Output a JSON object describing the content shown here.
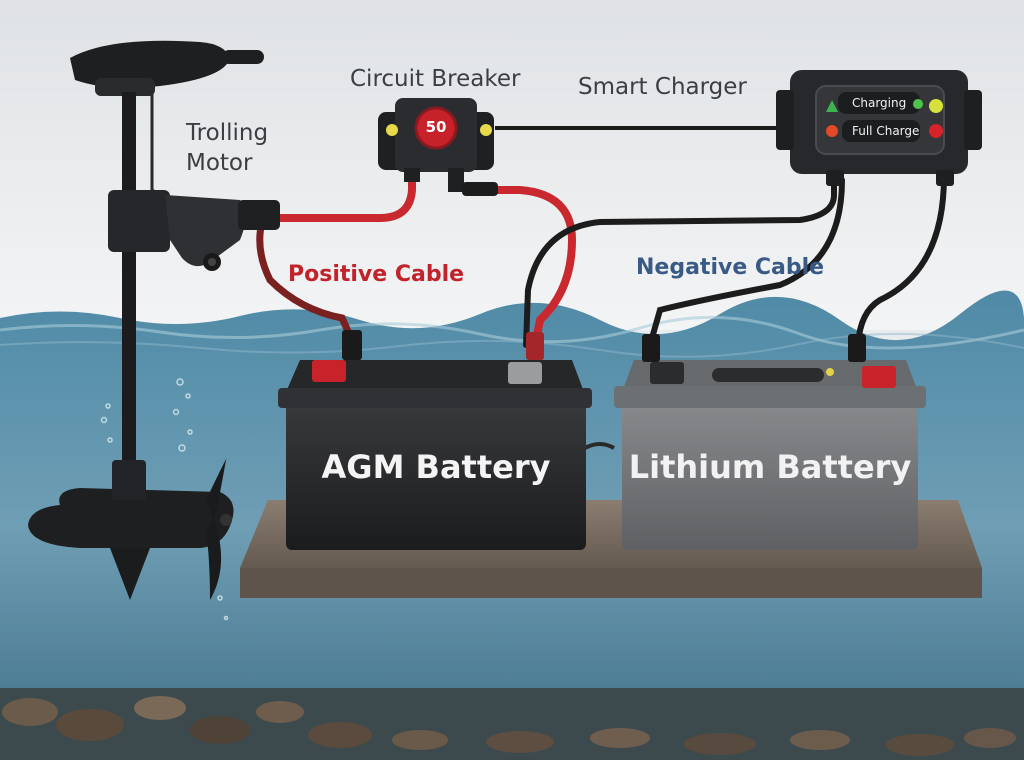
{
  "labels": {
    "trolling_motor_line1": "Trolling",
    "trolling_motor_line2": "Motor",
    "circuit_breaker": "Circuit Breaker",
    "smart_charger": "Smart Charger",
    "positive_cable": "Positive Cable",
    "negative_cable": "Negative Cable"
  },
  "breaker": {
    "rating": "50"
  },
  "charger": {
    "indicator_1": "Charging",
    "indicator_2": "Full Charge"
  },
  "batteries": {
    "agm": "AGM Battery",
    "lithium": "Lithium Battery"
  },
  "colors": {
    "positive_cable": "#c9282e",
    "negative_cable": "#1c1c1c",
    "water": "#5d8ea6",
    "agm_battery": "#2a2b2d",
    "lithium_battery": "#727477",
    "platform": "#7a6d61"
  },
  "icons": [
    "trolling-motor-icon",
    "circuit-breaker-icon",
    "smart-charger-icon",
    "battery-icon"
  ]
}
